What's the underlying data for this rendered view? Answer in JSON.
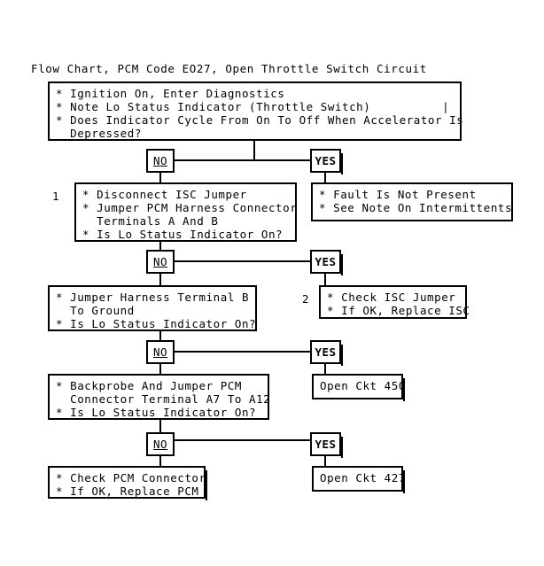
{
  "title": "Flow Chart, PCM Code EO27, Open Throttle Switch Circuit",
  "branch_labels": {
    "no": "NO",
    "yes": "YES"
  },
  "callouts": {
    "one": "1",
    "two": "2"
  },
  "nodes": {
    "start": "* Ignition On, Enter Diagnostics\n* Note Lo Status Indicator (Throttle Switch)          |\n* Does Indicator Cycle From On To Off When Accelerator Is\n  Depressed?",
    "step1": "* Disconnect ISC Jumper\n* Jumper PCM Harness Connector\n  Terminals A And B\n* Is Lo Status Indicator On?",
    "fault_not_present": "* Fault Is Not Present\n* See Note On Intermittents",
    "step2": "* Jumper Harness Terminal B\n  To Ground\n* Is Lo Status Indicator On?",
    "check_isc": "* Check ISC Jumper\n* If OK, Replace ISC",
    "step3": "* Backprobe And Jumper PCM\n  Connector Terminal A7 To A12\n* Is Lo Status Indicator On?",
    "open_ckt_450": "Open Ckt 450",
    "step4": "* Check PCM Connector\n* If OK, Replace PCM",
    "open_ckt_427": "Open Ckt 427"
  },
  "colors": {
    "background": "#ffffff",
    "ink": "#000000"
  }
}
